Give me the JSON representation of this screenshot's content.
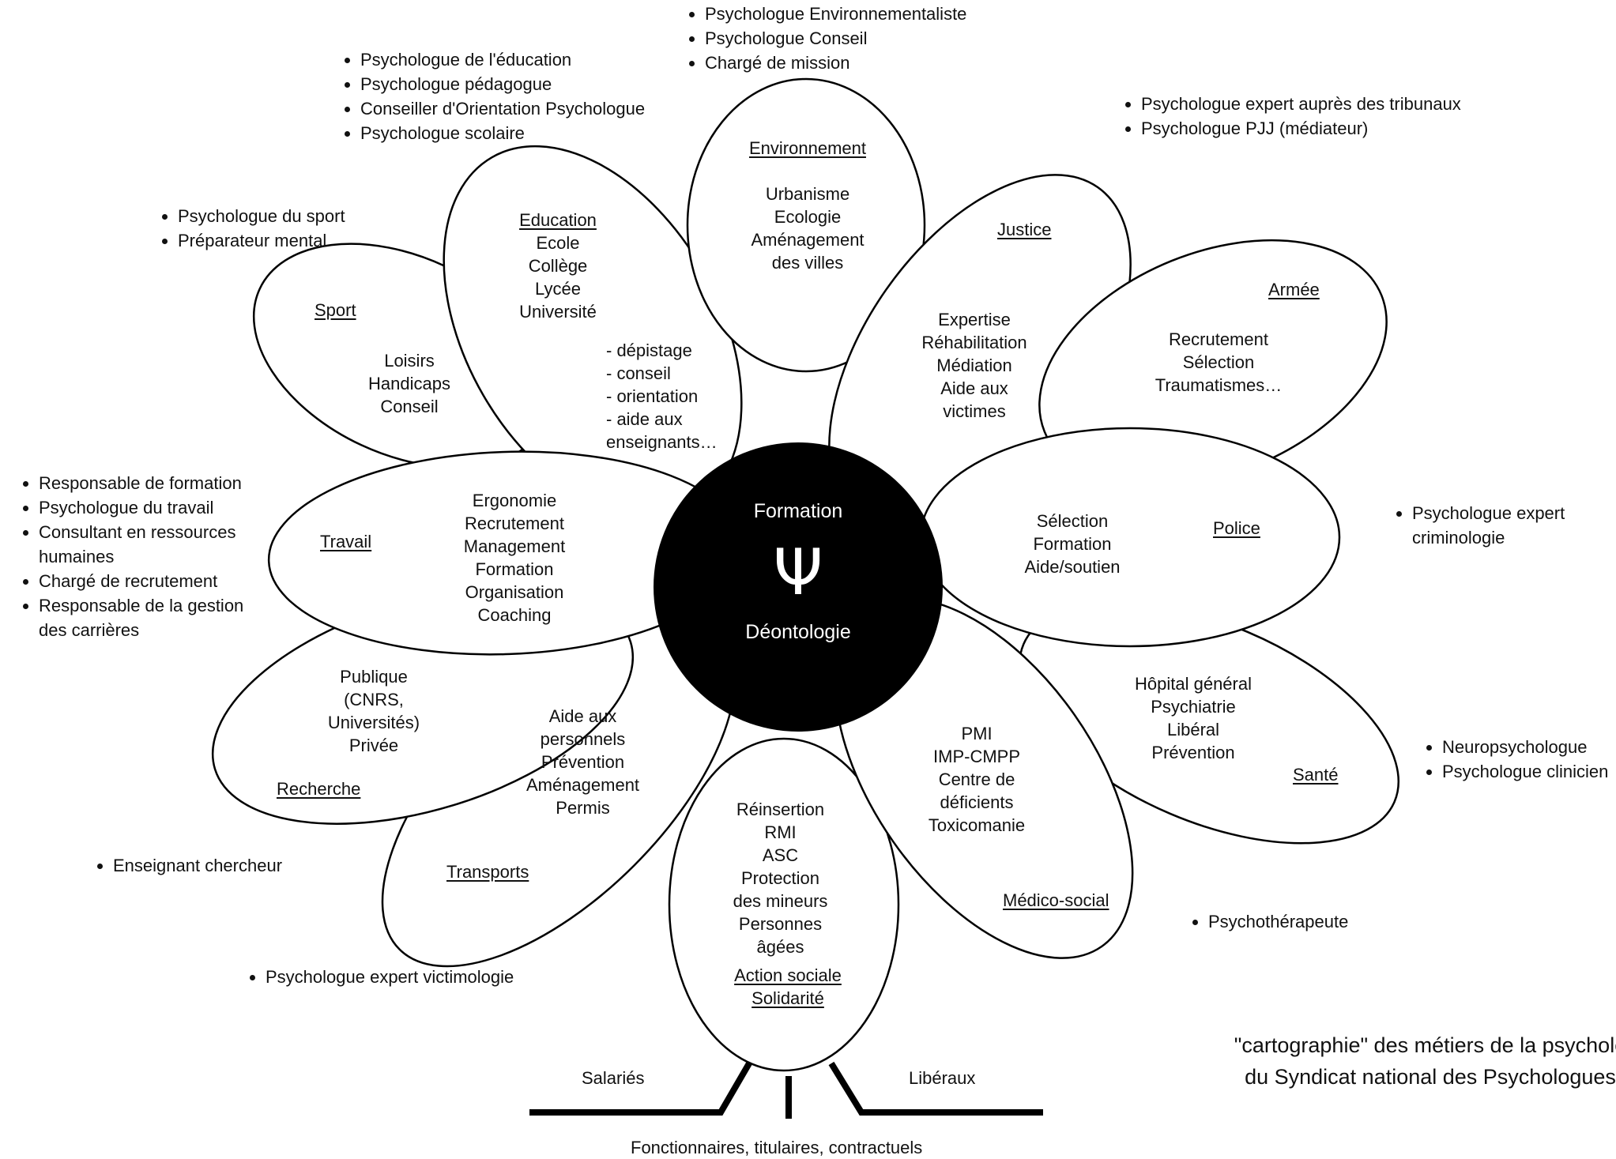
{
  "center": {
    "top_label": "Formation",
    "symbol": "Ψ",
    "bottom_label": "Déontologie"
  },
  "petals": {
    "environnement": {
      "title": "Environnement",
      "lines": [
        "Urbanisme",
        "Ecologie",
        "Aménagement",
        "des villes"
      ]
    },
    "justice": {
      "title": "Justice",
      "lines": [
        "Expertise",
        "Réhabilitation",
        "Médiation",
        "Aide aux",
        "victimes"
      ]
    },
    "armee": {
      "title": "Armée",
      "lines": [
        "Recrutement",
        "Sélection",
        "Traumatismes…"
      ]
    },
    "police": {
      "title": "Police",
      "lines": [
        "Sélection",
        "Formation",
        "Aide/soutien"
      ]
    },
    "sante": {
      "title": "Santé",
      "lines": [
        "Hôpital général",
        "Psychiatrie",
        "Libéral",
        "Prévention"
      ]
    },
    "medico_social": {
      "title": "Médico-social",
      "lines": [
        "PMI",
        "IMP-CMPP",
        "Centre de",
        "déficients",
        "Toxicomanie"
      ]
    },
    "action_sociale": {
      "title_1": "Action sociale",
      "title_2": "Solidarité",
      "lines": [
        "Réinsertion",
        "RMI",
        "ASC",
        "Protection",
        "des mineurs",
        "Personnes",
        "âgées"
      ]
    },
    "transports": {
      "title": "Transports",
      "lines": [
        "Aide aux",
        "personnels",
        "Prévention",
        "Aménagement",
        "Permis"
      ]
    },
    "recherche": {
      "title": "Recherche",
      "lines": [
        "Publique",
        "(CNRS,",
        "Universités)",
        "Privée"
      ]
    },
    "travail": {
      "title": "Travail",
      "lines": [
        "Ergonomie",
        "Recrutement",
        "Management",
        "Formation",
        "Organisation",
        "Coaching"
      ]
    },
    "sport": {
      "title": "Sport",
      "lines": [
        "Loisirs",
        "Handicaps",
        "Conseil"
      ]
    },
    "education": {
      "title": "Education",
      "lines": [
        "Ecole",
        "Collège",
        "Lycée",
        "Université"
      ],
      "tasks": [
        "- dépistage",
        "- conseil",
        "- orientation",
        "- aide aux",
        "enseignants…"
      ]
    }
  },
  "job_lists": {
    "environnement": [
      "Psychologue Environnementaliste",
      "Psychologue Conseil",
      "Chargé de mission"
    ],
    "education": [
      "Psychologue de l'éducation",
      "Psychologue pédagogue",
      "Conseiller d'Orientation Psychologue",
      "Psychologue scolaire"
    ],
    "justice": [
      "Psychologue expert auprès des tribunaux",
      "Psychologue PJJ (médiateur)"
    ],
    "sport": [
      "Psychologue du sport",
      "Préparateur mental"
    ],
    "travail": [
      "Responsable de formation",
      "Psychologue du travail",
      "Consultant en ressources humaines",
      "Chargé de recrutement",
      "Responsable de la gestion des carrières"
    ],
    "police": [
      "Psychologue expert criminologie"
    ],
    "sante": [
      "Neuropsychologue",
      "Psychologue clinicien"
    ],
    "recherche": [
      "Enseignant chercheur"
    ],
    "medico_social": [
      "Psychothérapeute"
    ],
    "transports": [
      "Psychologue expert victimologie"
    ]
  },
  "roots": {
    "left": "Salariés",
    "right": "Libéraux",
    "bottom": "Fonctionnaires, titulaires, contractuels"
  },
  "caption": {
    "line1": "\"cartographie\" des métiers de la psycholo",
    "line2": "du Syndicat national des Psychologues"
  }
}
